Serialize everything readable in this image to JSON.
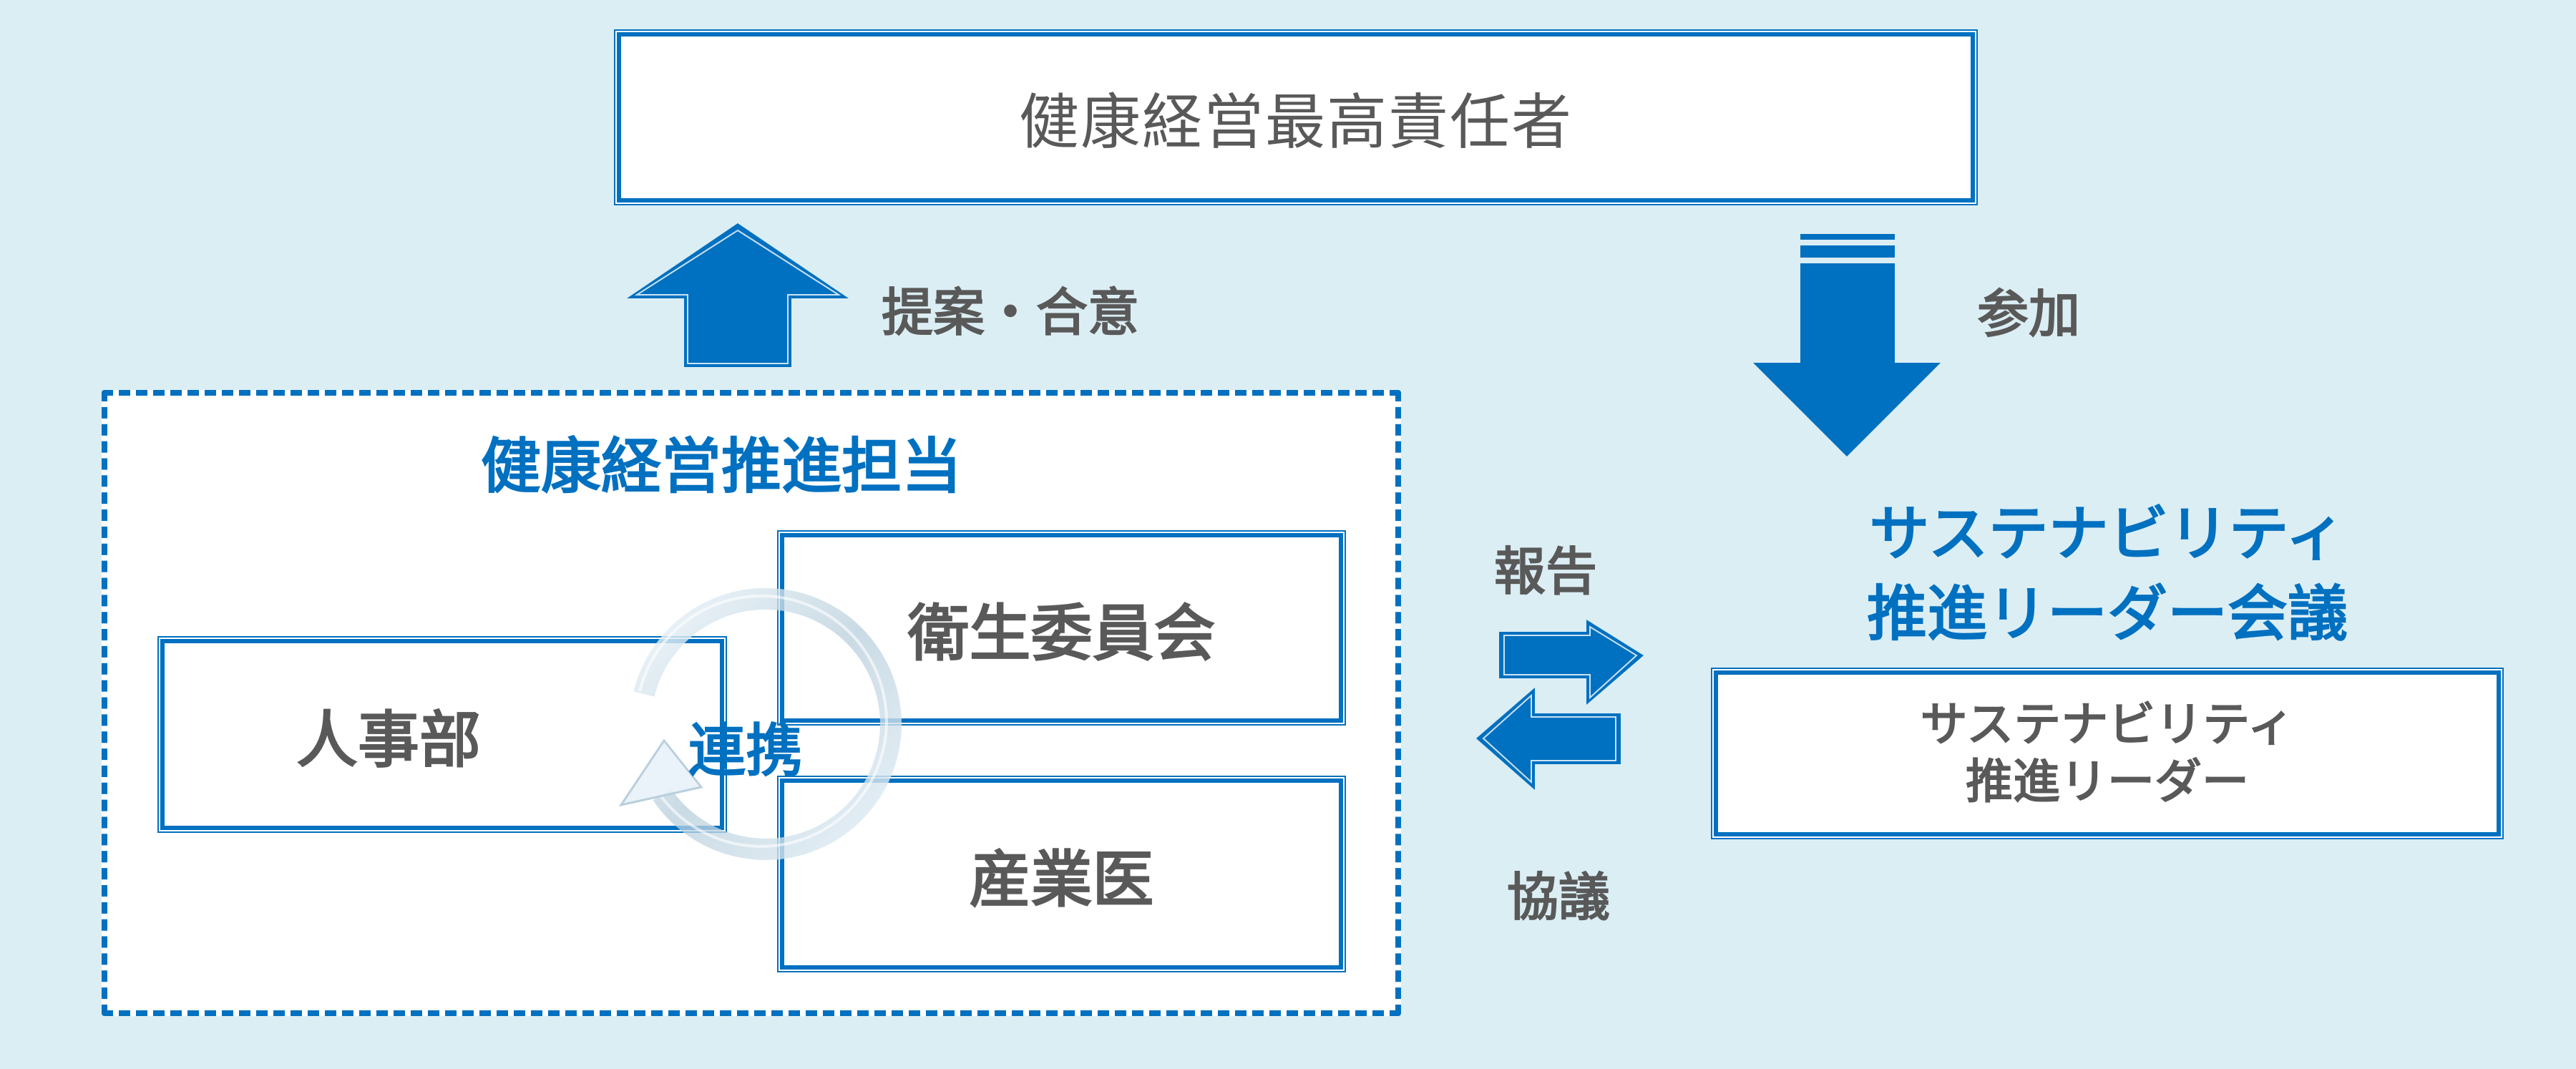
{
  "colors": {
    "background": "#dbeef4",
    "accent_blue": "#0070c0",
    "text_gray": "#595959",
    "box_fill": "#ffffff"
  },
  "top_box": {
    "label": "健康経営最高責任者"
  },
  "arrows": {
    "up": {
      "icon": "up-arrow-icon",
      "label": "提案・合意"
    },
    "down": {
      "icon": "down-arrow-icon",
      "label": "参加"
    },
    "right": {
      "icon": "right-arrow-icon",
      "label": "報告"
    },
    "left": {
      "icon": "left-arrow-icon",
      "label": "協議"
    }
  },
  "promotion_group": {
    "title": "健康経営推進担当",
    "members": [
      {
        "label": "人事部"
      },
      {
        "label": "衛生委員会"
      },
      {
        "label": "産業医"
      }
    ],
    "cycle": {
      "icon": "cycle-arrow-icon",
      "label": "連携"
    }
  },
  "meeting": {
    "title_line1": "サステナビリティ",
    "title_line2": "推進リーダー会議",
    "box_line1": "サステナビリティ",
    "box_line2": "推進リーダー"
  }
}
